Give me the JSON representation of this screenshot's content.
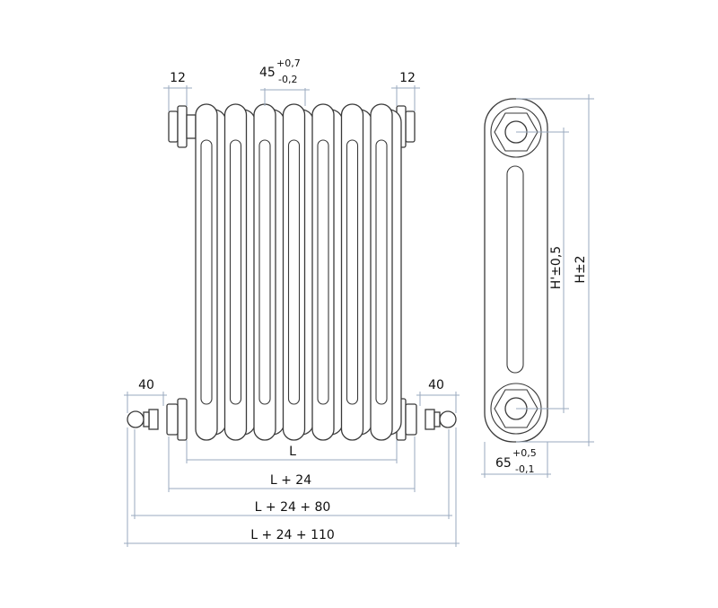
{
  "colors": {
    "outline": "#3a3a3a",
    "dimension": "#9aaabf",
    "text": "#111111",
    "background": "#ffffff"
  },
  "labels": {
    "nipple_left": "12",
    "nipple_right": "12",
    "pitch_base": "45",
    "pitch_tol_upper": "+0,7",
    "pitch_tol_lower": "-0,2",
    "plug_left": "40",
    "plug_right": "40",
    "width_L": "L",
    "width_L24": "L + 24",
    "width_L24_80": "L + 24 + 80",
    "width_L24_110": "L + 24 + 110",
    "depth_base": "65",
    "depth_tol_upper": "+0,5",
    "depth_tol_lower": "-0,1",
    "height_axis": "H'±0,5",
    "height_total": "H±2"
  }
}
